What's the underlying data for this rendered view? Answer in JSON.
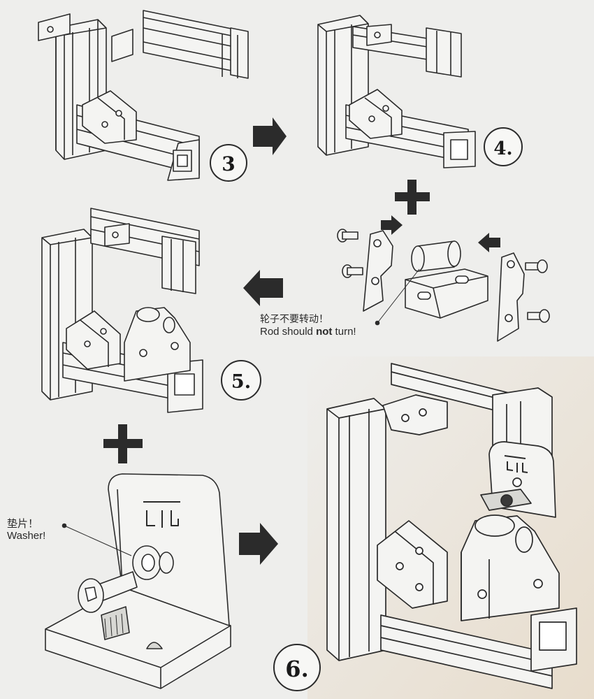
{
  "steps": {
    "step3": "3",
    "step4": "4.",
    "step5": "5.",
    "step6": "6."
  },
  "notes": {
    "rod_cn": "轮子不要转动！",
    "rod_en_before": "Rod should ",
    "rod_en_bold": "not",
    "rod_en_after": " turn!",
    "washer_cn": "垫片！",
    "washer_en": "Washer!"
  },
  "colors": {
    "line": "#2b2b2b",
    "part": "#f4f4f2",
    "shade": "#cfcfcb",
    "background": "#eeeeec"
  },
  "icons": [
    "plus-icon",
    "arrow-right-icon",
    "arrow-left-icon",
    "logo-mark-icon"
  ]
}
